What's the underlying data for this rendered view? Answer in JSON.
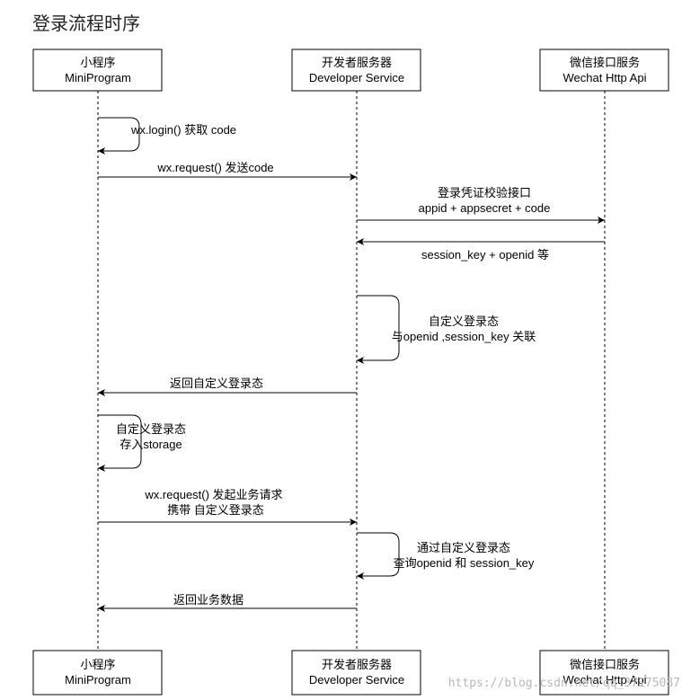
{
  "title": "登录流程时序",
  "participants": [
    {
      "id": "mini",
      "name_zh": "小程序",
      "name_en": "MiniProgram"
    },
    {
      "id": "dev",
      "name_zh": "开发者服务器",
      "name_en": "Developer Service"
    },
    {
      "id": "wx",
      "name_zh": "微信接口服务",
      "name_en": "Wechat Http Api"
    }
  ],
  "messages": [
    {
      "from": "mini",
      "to": "mini",
      "lines": [
        "wx.login() 获取 code"
      ]
    },
    {
      "from": "mini",
      "to": "dev",
      "lines": [
        "wx.request() 发送code"
      ]
    },
    {
      "from": "dev",
      "to": "wx",
      "lines": [
        "登录凭证校验接口",
        "appid + appsecret + code"
      ]
    },
    {
      "from": "wx",
      "to": "dev",
      "lines": [
        "session_key + openid 等"
      ]
    },
    {
      "from": "dev",
      "to": "dev",
      "lines": [
        "自定义登录态",
        "与openid ,session_key 关联"
      ]
    },
    {
      "from": "dev",
      "to": "mini",
      "lines": [
        "返回自定义登录态"
      ]
    },
    {
      "from": "mini",
      "to": "mini",
      "lines": [
        "自定义登录态",
        "存入storage"
      ]
    },
    {
      "from": "mini",
      "to": "dev",
      "lines": [
        "wx.request() 发起业务请求",
        "携带 自定义登录态"
      ]
    },
    {
      "from": "dev",
      "to": "dev",
      "lines": [
        "通过自定义登录态",
        "查询openid 和 session_key"
      ]
    },
    {
      "from": "dev",
      "to": "mini",
      "lines": [
        "返回业务数据"
      ]
    }
  ],
  "watermark": "https://blog.csdn.net/qq_37175087"
}
